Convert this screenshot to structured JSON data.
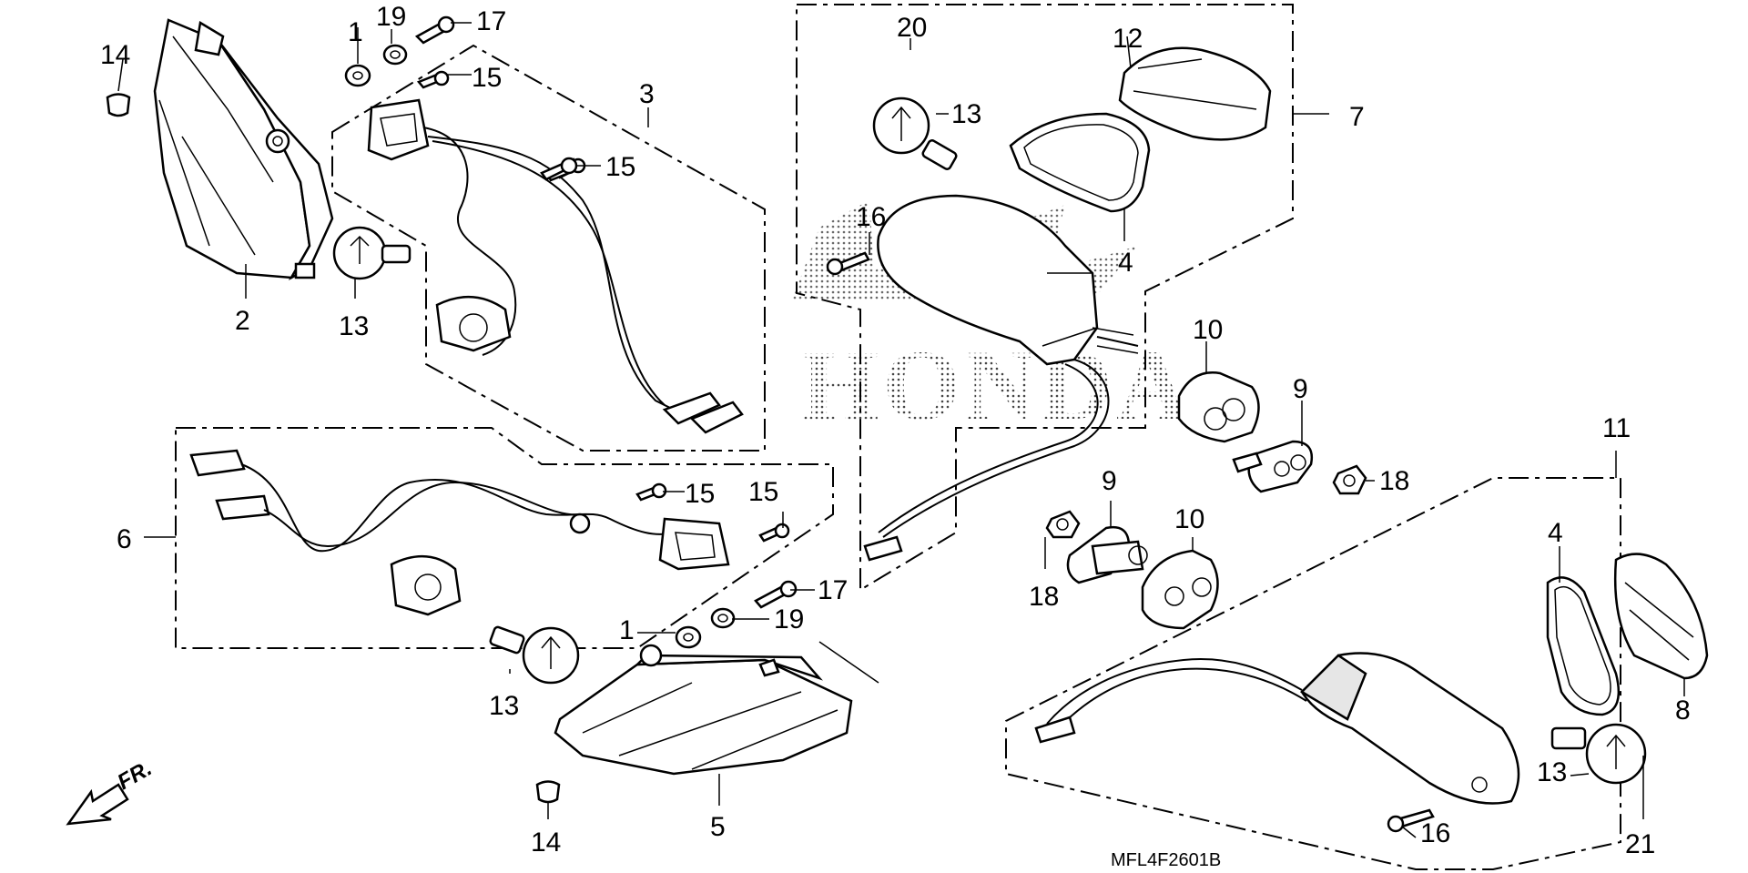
{
  "diagram": {
    "part_code": "MFL4F2601B",
    "watermark": "HONDA",
    "direction_label": "FR.",
    "callouts": {
      "c1a": "1",
      "c1b": "1",
      "c2": "2",
      "c3": "3",
      "c4a": "4",
      "c4b": "4",
      "c5": "5",
      "c6": "6",
      "c7": "7",
      "c8": "8",
      "c9a": "9",
      "c9b": "9",
      "c10a": "10",
      "c10b": "10",
      "c11": "11",
      "c12": "12",
      "c13a": "13",
      "c13b": "13",
      "c13c": "13",
      "c13d": "13",
      "c14a": "14",
      "c14b": "14",
      "c15a": "15",
      "c15b": "15",
      "c15c": "15",
      "c15d": "15",
      "c16a": "16",
      "c16b": "16",
      "c17a": "17",
      "c17b": "17",
      "c18a": "18",
      "c18b": "18",
      "c19a": "19",
      "c19b": "19",
      "c20": "20",
      "c21": "21"
    }
  }
}
